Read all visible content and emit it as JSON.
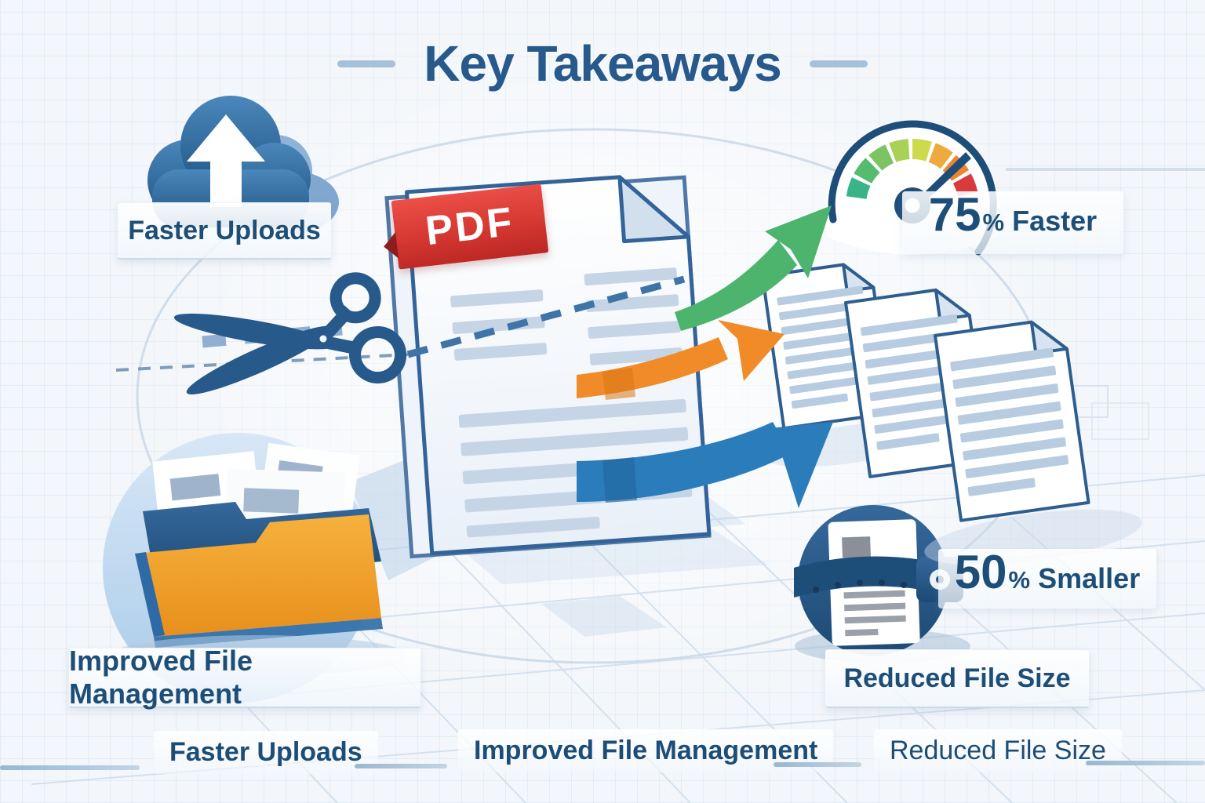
{
  "title": {
    "text": "Key Takeaways"
  },
  "hero": {
    "pdf_badge": "PDF"
  },
  "callouts": {
    "faster_uploads": "Faster Uploads",
    "improved_file_management": "Improved File Management",
    "reduced_file_size": "Reduced File Size"
  },
  "stats": {
    "faster": {
      "value": "75",
      "unit": "%",
      "label": "Faster"
    },
    "smaller": {
      "value": "50",
      "unit": "%",
      "label": "Smaller"
    }
  },
  "footer": {
    "items": [
      "Faster Uploads",
      "Improved File Management",
      "Reduced File Size"
    ]
  },
  "icons": {
    "cloud_upload": "cloud-upload",
    "speedometer": "speedometer-75-percent",
    "scissors": "scissors-cutting-dashed-line",
    "pdf_document": "large-pdf-document",
    "split_documents": "three-split-documents",
    "folder_files": "folder-with-files",
    "tape_measure_document": "document-with-tape-measure"
  },
  "colors": {
    "title_blue": "#27598c",
    "label_blue": "#1d4e78",
    "ribbon_red": "#d63832",
    "arrow_green": "#4cb46c",
    "arrow_orange": "#f18b28",
    "arrow_blue": "#2b7cba",
    "gauge_navy": "#1d4e79",
    "folder_orange": "#f0a232"
  }
}
